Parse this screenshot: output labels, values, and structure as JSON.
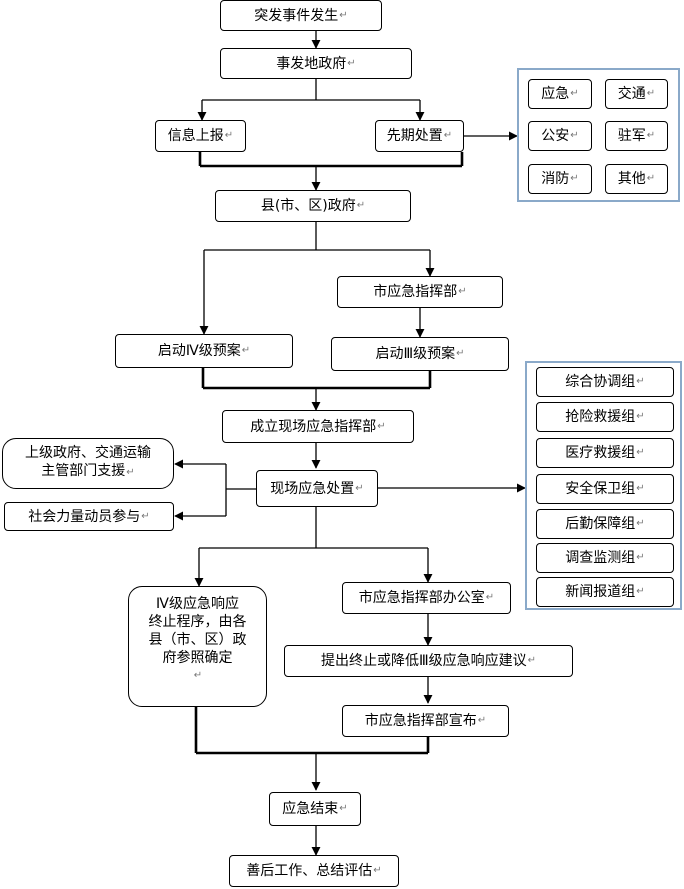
{
  "mark": "↵",
  "nodes": {
    "event": "突发事件发生",
    "local_gov": "事发地政府",
    "report": "信息上报",
    "initial": "先期处置",
    "county": "县(市、区)政府",
    "city_cmd": "市应急指挥部",
    "plan4": "启动Ⅳ级预案",
    "plan3": "启动Ⅲ级预案",
    "onsite_cmd": "成立现场应急指挥部",
    "onsite": "现场应急处置",
    "support": [
      "上级政府、交通运输",
      "主管部门支援"
    ],
    "social": "社会力量动员参与",
    "end4": [
      "Ⅳ级应急响应",
      "终止程序，由各",
      "县（市、区）政",
      "府参照确定"
    ],
    "city_office": "市应急指挥部办公室",
    "propose": "提出终止或降低Ⅲ级应急响应建议",
    "announce": "市应急指挥部宣布",
    "end": "应急结束",
    "after": "善后工作、总结评估"
  },
  "units": [
    "应急",
    "交通",
    "公安",
    "驻军",
    "消防",
    "其他"
  ],
  "groups": [
    "综合协调组",
    "抢险救援组",
    "医疗救援组",
    "安全保卫组",
    "后勤保障组",
    "调查监测组",
    "新闻报道组"
  ]
}
